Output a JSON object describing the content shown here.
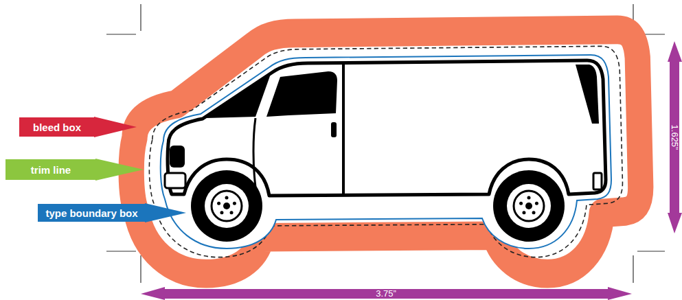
{
  "diagram": {
    "nodes": [
      {
        "text": [
          "bleed box"
        ]
      },
      {
        "text": [
          "trim line"
        ]
      },
      {
        "text": [
          "type boundary box"
        ]
      }
    ],
    "labels": [
      "3.75”",
      "1.625”"
    ]
  }
}
